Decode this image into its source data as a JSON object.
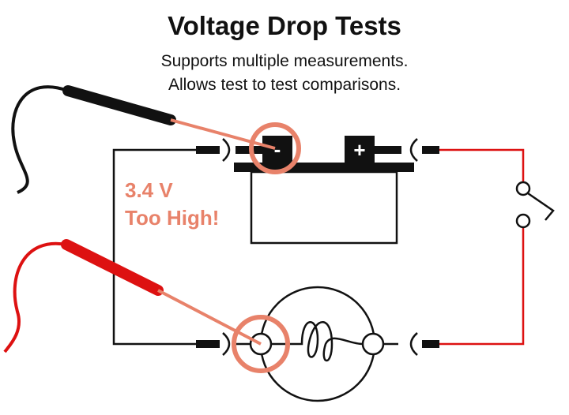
{
  "title": "Voltage Drop Tests",
  "subtitle_lines": [
    "Supports multiple measurements.",
    "Allows test to test comparisons."
  ],
  "reading": {
    "value": "3.4 V",
    "message": "Too High!",
    "color": "#e8826a"
  },
  "battery": {
    "negative_symbol": "-",
    "positive_symbol": "+"
  },
  "colors": {
    "wire_black": "#111111",
    "wire_red": "#dd1111",
    "probe_lead": "#e8826a",
    "highlight_ring": "#e8826a"
  },
  "icons": [
    "black-test-probe",
    "red-test-probe",
    "battery-icon",
    "switch-icon",
    "lamp-bulb-icon",
    "connector-icon"
  ]
}
